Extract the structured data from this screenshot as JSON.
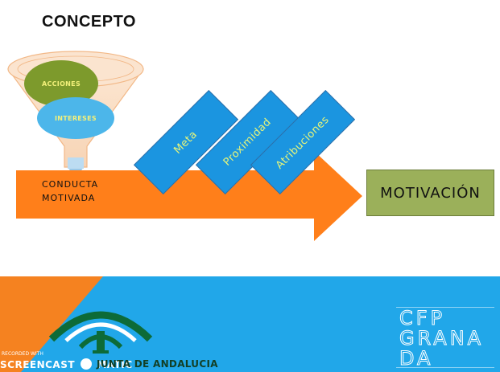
{
  "slide": {
    "title": "CONCEPTO",
    "funnel": {
      "top_circle_label": "ACCIONES",
      "bottom_circle_label": "INTERESES"
    },
    "arrow": {
      "label_line1": "CONDUCTA",
      "label_line2": "MOTIVADA"
    },
    "tags": [
      "Meta",
      "Proximidad",
      "Atribuciones"
    ],
    "result_box": "MOTIVACIÓN"
  },
  "footer": {
    "recorded_with": "RECORDED WITH",
    "screencast_brand": "SCREENCAST",
    "screencast_suffix": "MATIC",
    "logo_text": "JUNTA DE ANDALUCIA",
    "cfp_logo_text": "CFP GRANADA"
  },
  "colors": {
    "arrow": "#ff7f1a",
    "tag_blue": "#1b95e0",
    "tag_text": "#e6f57a",
    "result_green": "#9bb05a",
    "acciones_circle": "#7d9a2c",
    "intereses_circle": "#4cb6ea",
    "footer_orange": "#f58220",
    "footer_blue": "#21a7e9",
    "junta_green": "#0d6b38"
  }
}
